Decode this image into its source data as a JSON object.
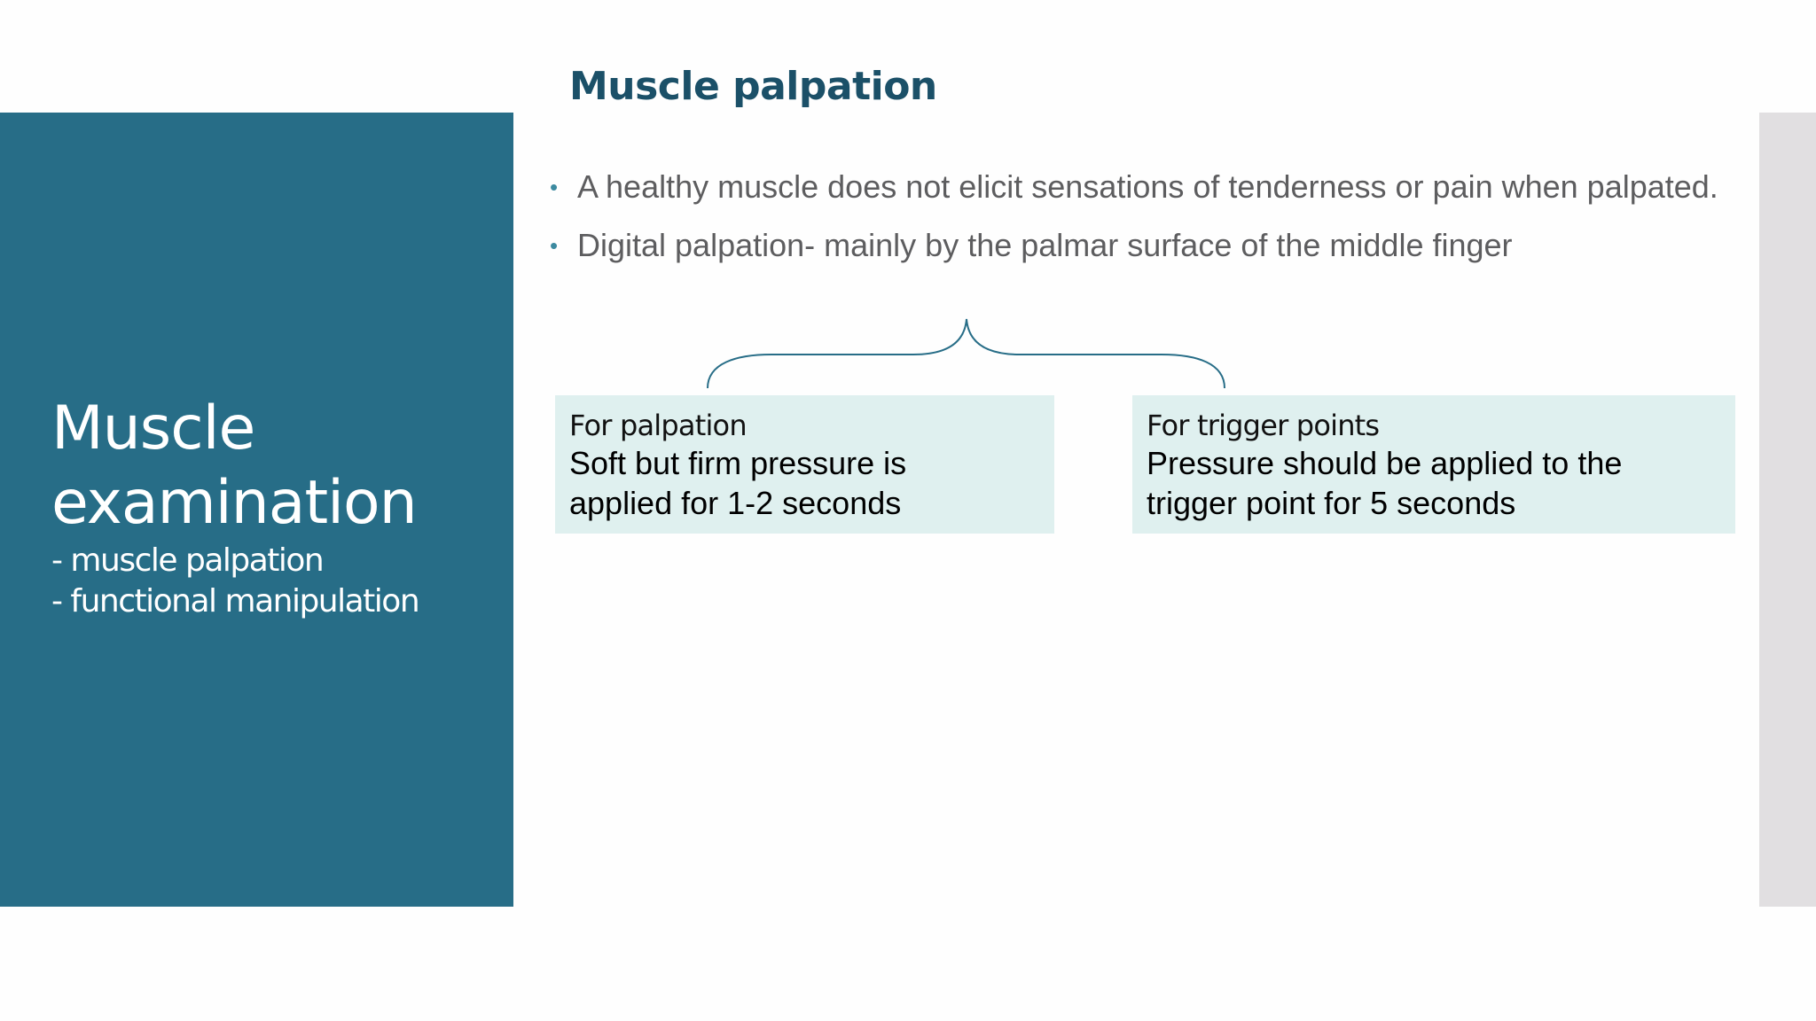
{
  "left_panel": {
    "title_line1": "Muscle",
    "title_line2": "examination",
    "subitems": [
      "- muscle palpation",
      "- functional manipulation"
    ]
  },
  "slide": {
    "title": "Muscle palpation",
    "bullets": [
      "A healthy muscle does not elicit sensations of tenderness or pain when palpated.",
      "Digital palpation- mainly by the palmar surface of the middle finger"
    ],
    "boxes": [
      {
        "heading": "For palpation",
        "body_line1": "Soft but firm pressure is",
        "body_line2": "applied for 1-2 seconds"
      },
      {
        "heading": "For trigger points",
        "body_line1": "Pressure should be applied to the",
        "body_line2": "trigger point for 5 seconds"
      }
    ]
  },
  "colors": {
    "panel": "#276d87",
    "title": "#1b5068",
    "box_fill": "#dff0ef",
    "side_strip": "#e1dfe1",
    "bullet_text": "#5d5d5f"
  }
}
